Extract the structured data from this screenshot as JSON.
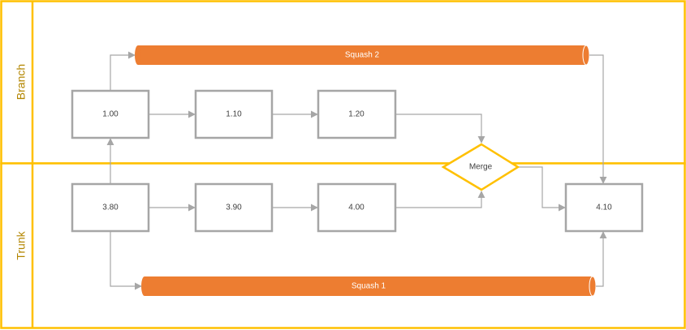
{
  "colors": {
    "lane_border": "#ffc000",
    "lane_label": "#b38600",
    "node_border": "#a6a6a6",
    "node_text": "#404040",
    "connector": "#a6a6a6",
    "pipe_fill": "#ed7d31",
    "pipe_text": "#ffffff",
    "merge_border": "#ffc000"
  },
  "lanes": {
    "branch": {
      "label": "Branch"
    },
    "trunk": {
      "label": "Trunk"
    }
  },
  "nodes": {
    "branch_1": {
      "label": "1.00"
    },
    "branch_2": {
      "label": "1.10"
    },
    "branch_3": {
      "label": "1.20"
    },
    "trunk_1": {
      "label": "3.80"
    },
    "trunk_2": {
      "label": "3.90"
    },
    "trunk_3": {
      "label": "4.00"
    },
    "result": {
      "label": "4.10"
    }
  },
  "merge": {
    "label": "Merge"
  },
  "squashes": {
    "squash_2": {
      "label": "Squash 2"
    },
    "squash_1": {
      "label": "Squash 1"
    }
  }
}
